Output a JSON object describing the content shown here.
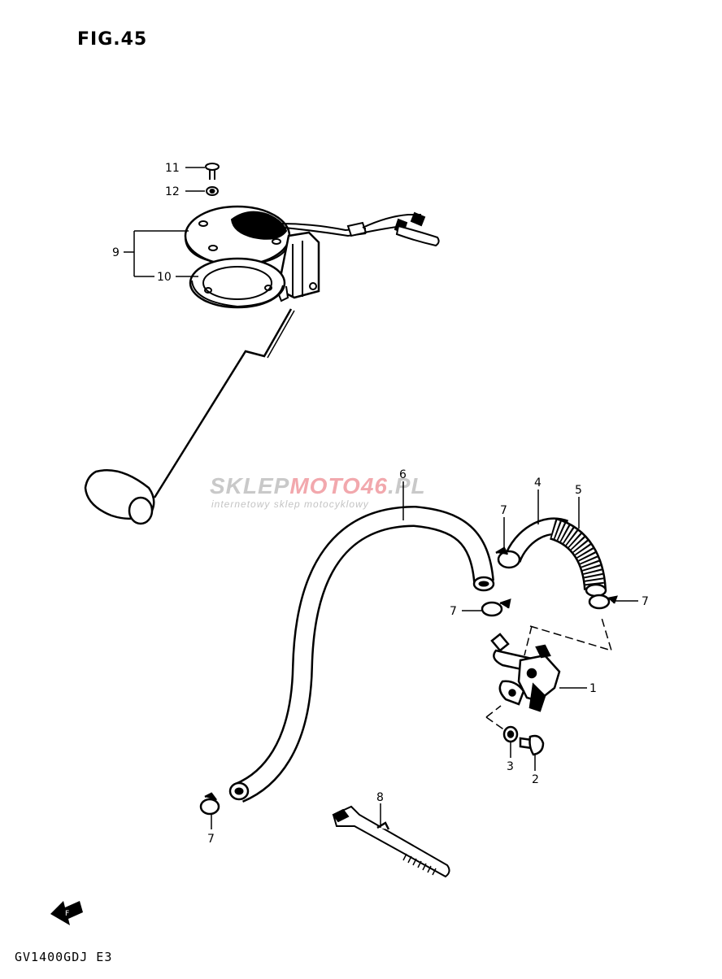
{
  "figure_title": "FIG.45",
  "model_code": "GV1400GDJ E3",
  "watermark": {
    "part1": "SKLEP",
    "part2": "MOTO46",
    "part3": ".PL",
    "subtitle": "internetowy sklep motocyklowy"
  },
  "callouts": {
    "c1": "1",
    "c2": "2",
    "c3": "3",
    "c4": "4",
    "c5": "5",
    "c6": "6",
    "c7a": "7",
    "c7b": "7",
    "c7c": "7",
    "c7d": "7",
    "c8": "8",
    "c9": "9",
    "c10": "10",
    "c11": "11",
    "c12": "12"
  },
  "arrow_label": "F"
}
